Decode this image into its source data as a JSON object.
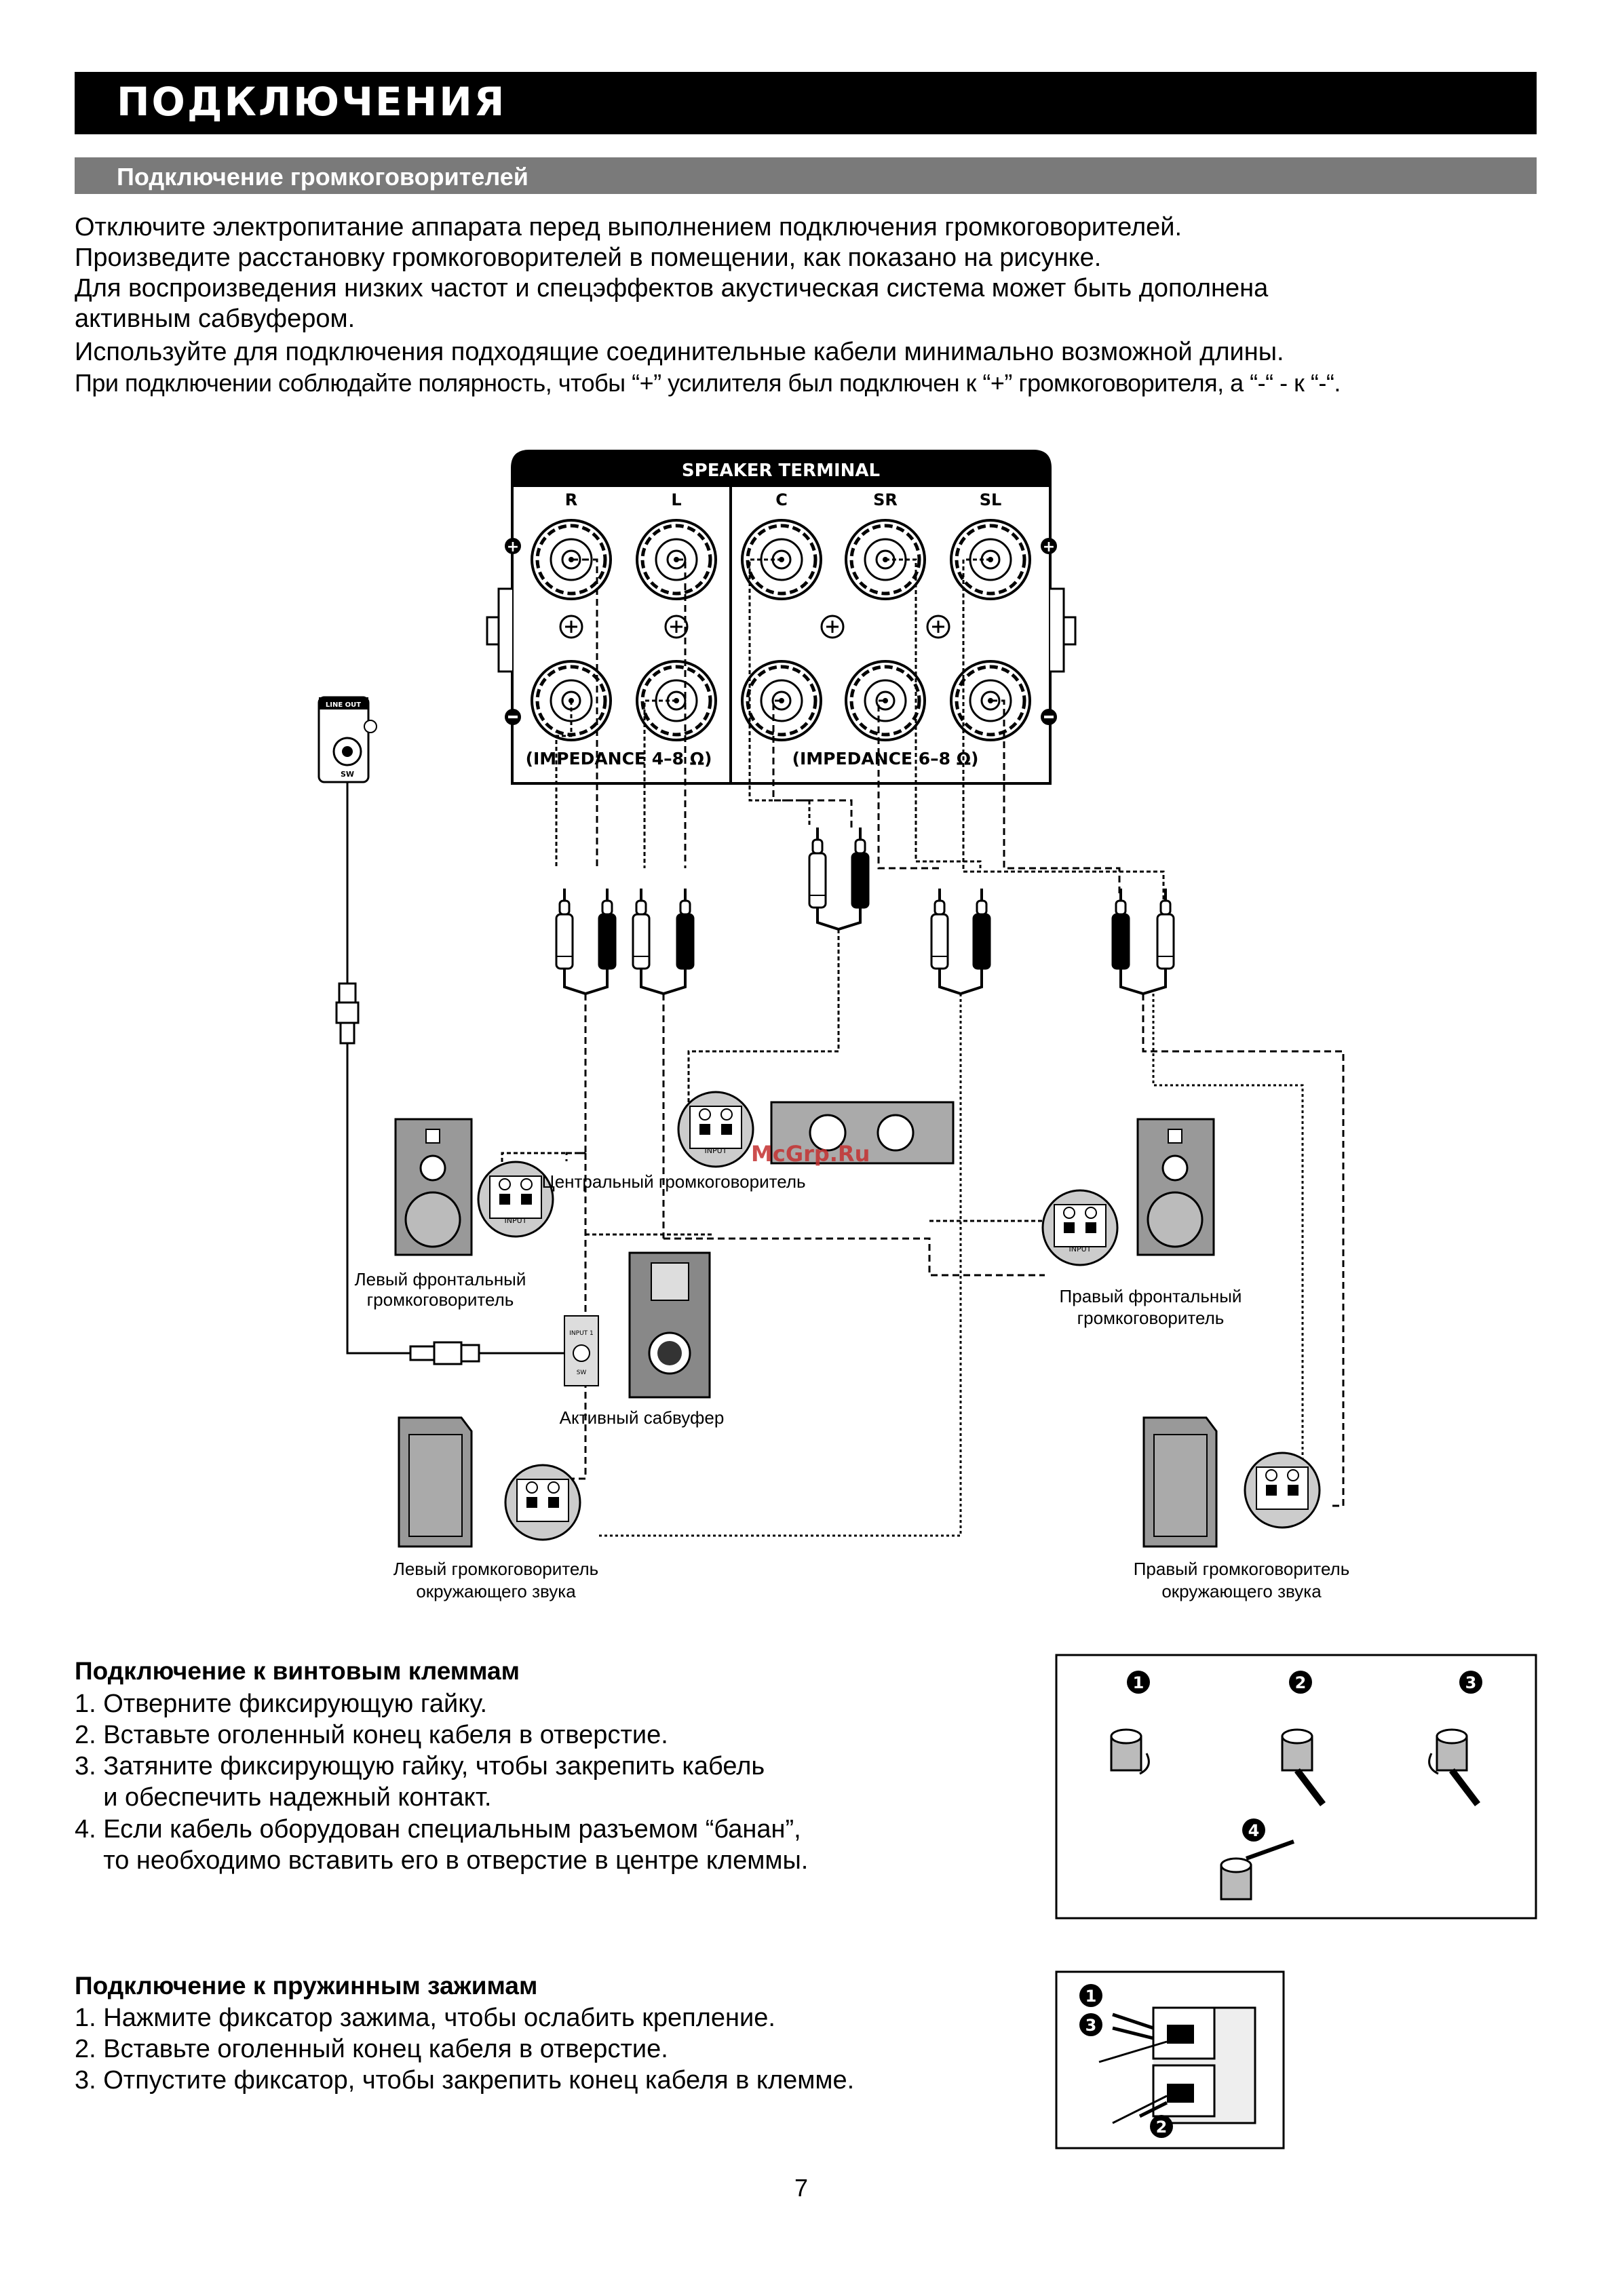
{
  "page": {
    "title": "ПОДКЛЮЧЕНИЯ",
    "subtitle": "Подключение громкоговорителей",
    "page_number": "7",
    "watermark": "McGrp.Ru"
  },
  "intro": [
    "Отключите электропитание аппарата перед выполнением подключения громкоговорителей.",
    "Произведите расстановку громкоговорителей в помещении, как показано на рисунке.",
    "Для воспроизведения низких частот и спецэффектов акустическая система может быть дополнена",
    "активным сабвуфером.",
    "Используйте для подключения подходящие соединительные кабели минимально возможной длины.",
    "При подключении соблюдайте полярность, чтобы “+” усилителя был подключен к “+” громкоговорителя, а “-“ - к “-“."
  ],
  "diagram": {
    "terminal_title": "SPEAKER TERMINAL",
    "channels": [
      "R",
      "L",
      "C",
      "SR",
      "SL"
    ],
    "impedance_left": "(IMPEDANCE 4–8 Ω)",
    "impedance_right": "(IMPEDANCE 6–8 Ω)",
    "line_out_label": "LINE OUT",
    "sw_label": "SW",
    "input_label": "INPUT",
    "input1_label": "INPUT 1",
    "speakers": {
      "center": "Центральный громкоговоритель",
      "front_left": [
        "Левый фронтальный",
        "громкоговоритель"
      ],
      "front_right": [
        "Правый фронтальный",
        "громкоговоритель"
      ],
      "subwoofer": "Активный сабвуфер",
      "surround_left": [
        "Левый громкоговоритель",
        "окружающего звука"
      ],
      "surround_right": [
        "Правый громкоговоритель",
        "окружающего звука"
      ]
    }
  },
  "screw_section": {
    "title": "Подключение к винтовым клеммам",
    "steps": [
      "1. Отверните фиксирующую гайку.",
      "2. Вставьте оголенный конец кабеля в отверстие.",
      "3. Затяните фиксирующую гайку, чтобы закрепить кабель",
      "    и обеспечить надежный контакт.",
      "4. Если кабель оборудован специальным разъемом “банан”,",
      "    то необходимо вставить его в отверстие в центре клеммы."
    ],
    "markers": [
      "1",
      "2",
      "3",
      "4"
    ]
  },
  "spring_section": {
    "title": "Подключение к пружинным зажимам",
    "steps": [
      "1. Нажмите фиксатор зажима, чтобы ослабить крепление.",
      "2. Вставьте оголенный конец кабеля в отверстие.",
      "3. Отпустите фиксатор, чтобы закрепить конец кабеля в клемме."
    ],
    "markers": [
      "1",
      "3",
      "2"
    ]
  }
}
